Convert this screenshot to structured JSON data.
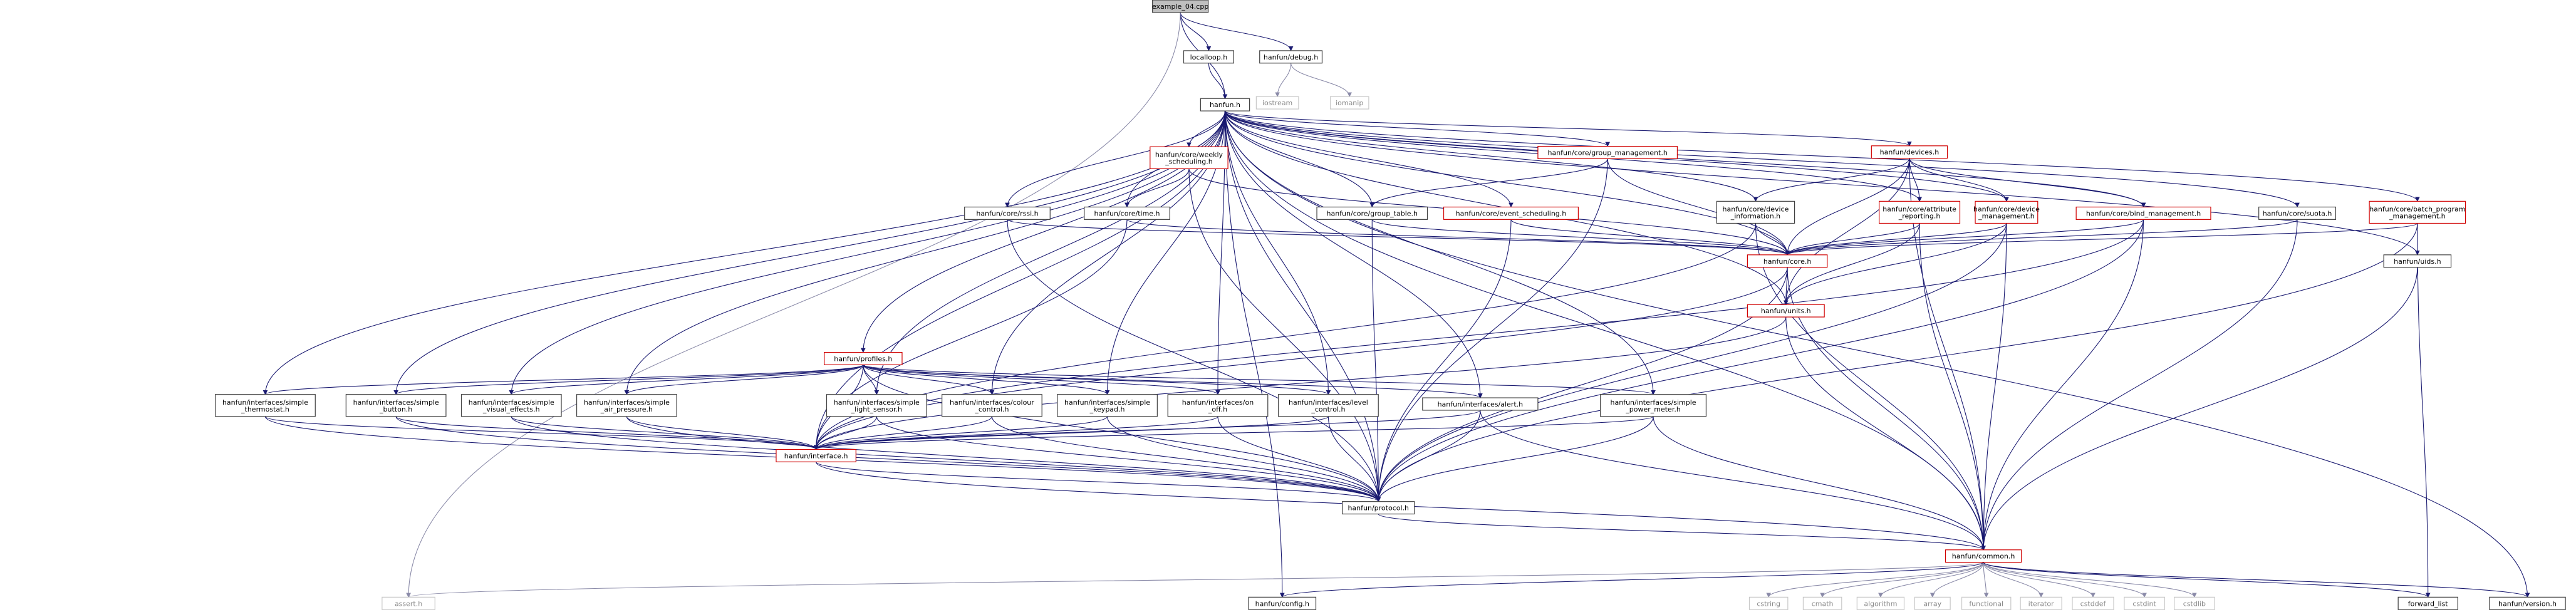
{
  "graph": {
    "nodes": [
      {
        "id": "example",
        "lines": [
          "example_04.cpp"
        ],
        "kind": "root"
      },
      {
        "id": "localloop",
        "lines": [
          "localloop.h"
        ],
        "kind": "normal"
      },
      {
        "id": "debug",
        "lines": [
          "hanfun/debug.h"
        ],
        "kind": "normal"
      },
      {
        "id": "iostream",
        "lines": [
          "iostream"
        ],
        "kind": "system"
      },
      {
        "id": "iomanip",
        "lines": [
          "iomanip"
        ],
        "kind": "system"
      },
      {
        "id": "hanfun",
        "lines": [
          "hanfun.h"
        ],
        "kind": "normal"
      },
      {
        "id": "group_management",
        "lines": [
          "hanfun/core/group_management.h"
        ],
        "kind": "linked"
      },
      {
        "id": "devices",
        "lines": [
          "hanfun/devices.h"
        ],
        "kind": "linked"
      },
      {
        "id": "weekly",
        "lines": [
          "hanfun/core/weekly",
          "_scheduling.h"
        ],
        "kind": "linked"
      },
      {
        "id": "rssi",
        "lines": [
          "hanfun/core/rssi.h"
        ],
        "kind": "normal"
      },
      {
        "id": "time",
        "lines": [
          "hanfun/core/time.h"
        ],
        "kind": "normal"
      },
      {
        "id": "group_table",
        "lines": [
          "hanfun/core/group_table.h"
        ],
        "kind": "normal"
      },
      {
        "id": "event_sched",
        "lines": [
          "hanfun/core/event_scheduling.h"
        ],
        "kind": "linked"
      },
      {
        "id": "device_info",
        "lines": [
          "hanfun/core/device",
          "_information.h"
        ],
        "kind": "normal"
      },
      {
        "id": "attr_reporting",
        "lines": [
          "hanfun/core/attribute",
          "_reporting.h"
        ],
        "kind": "linked"
      },
      {
        "id": "device_mgmt",
        "lines": [
          "hanfun/core/device",
          "_management.h"
        ],
        "kind": "linked"
      },
      {
        "id": "bind_mgmt",
        "lines": [
          "hanfun/core/bind_management.h"
        ],
        "kind": "linked"
      },
      {
        "id": "suota",
        "lines": [
          "hanfun/core/suota.h"
        ],
        "kind": "normal"
      },
      {
        "id": "batch_program",
        "lines": [
          "hanfun/core/batch_program",
          "_management.h"
        ],
        "kind": "linked"
      },
      {
        "id": "uids",
        "lines": [
          "hanfun/uids.h"
        ],
        "kind": "normal"
      },
      {
        "id": "core",
        "lines": [
          "hanfun/core.h"
        ],
        "kind": "linked"
      },
      {
        "id": "units",
        "lines": [
          "hanfun/units.h"
        ],
        "kind": "linked"
      },
      {
        "id": "profiles",
        "lines": [
          "hanfun/profiles.h"
        ],
        "kind": "linked"
      },
      {
        "id": "thermostat",
        "lines": [
          "hanfun/interfaces/simple",
          "_thermostat.h"
        ],
        "kind": "normal"
      },
      {
        "id": "button",
        "lines": [
          "hanfun/interfaces/simple",
          "_button.h"
        ],
        "kind": "normal"
      },
      {
        "id": "visual_effects",
        "lines": [
          "hanfun/interfaces/simple",
          "_visual_effects.h"
        ],
        "kind": "normal"
      },
      {
        "id": "air_pressure",
        "lines": [
          "hanfun/interfaces/simple",
          "_air_pressure.h"
        ],
        "kind": "normal"
      },
      {
        "id": "light_sensor",
        "lines": [
          "hanfun/interfaces/simple",
          "_light_sensor.h"
        ],
        "kind": "normal"
      },
      {
        "id": "colour_control",
        "lines": [
          "hanfun/interfaces/colour",
          "_control.h"
        ],
        "kind": "normal"
      },
      {
        "id": "keypad",
        "lines": [
          "hanfun/interfaces/simple",
          "_keypad.h"
        ],
        "kind": "normal"
      },
      {
        "id": "on_off",
        "lines": [
          "hanfun/interfaces/on",
          "_off.h"
        ],
        "kind": "normal"
      },
      {
        "id": "level_control",
        "lines": [
          "hanfun/interfaces/level",
          "_control.h"
        ],
        "kind": "normal"
      },
      {
        "id": "alert",
        "lines": [
          "hanfun/interfaces/alert.h"
        ],
        "kind": "normal"
      },
      {
        "id": "power_meter",
        "lines": [
          "hanfun/interfaces/simple",
          "_power_meter.h"
        ],
        "kind": "normal"
      },
      {
        "id": "interface",
        "lines": [
          "hanfun/interface.h"
        ],
        "kind": "linked"
      },
      {
        "id": "protocol",
        "lines": [
          "hanfun/protocol.h"
        ],
        "kind": "normal"
      },
      {
        "id": "common",
        "lines": [
          "hanfun/common.h"
        ],
        "kind": "linked"
      },
      {
        "id": "assert",
        "lines": [
          "assert.h"
        ],
        "kind": "system"
      },
      {
        "id": "config",
        "lines": [
          "hanfun/config.h"
        ],
        "kind": "normal"
      },
      {
        "id": "cstring",
        "lines": [
          "cstring"
        ],
        "kind": "system"
      },
      {
        "id": "cmath",
        "lines": [
          "cmath"
        ],
        "kind": "system"
      },
      {
        "id": "algorithm",
        "lines": [
          "algorithm"
        ],
        "kind": "system"
      },
      {
        "id": "array",
        "lines": [
          "array"
        ],
        "kind": "system"
      },
      {
        "id": "functional",
        "lines": [
          "functional"
        ],
        "kind": "system"
      },
      {
        "id": "iterator",
        "lines": [
          "iterator"
        ],
        "kind": "system"
      },
      {
        "id": "cstddef",
        "lines": [
          "cstddef"
        ],
        "kind": "system"
      },
      {
        "id": "cstdint",
        "lines": [
          "cstdint"
        ],
        "kind": "system"
      },
      {
        "id": "cstdlib",
        "lines": [
          "cstdlib"
        ],
        "kind": "system"
      },
      {
        "id": "forward_list",
        "lines": [
          "forward_list"
        ],
        "kind": "normal"
      },
      {
        "id": "version",
        "lines": [
          "hanfun/version.h"
        ],
        "kind": "normal"
      }
    ]
  },
  "colors": {
    "edge": "#191970",
    "linked_border": "#d00000",
    "root_fill": "#bfbfbf",
    "system_text": "#888888"
  }
}
